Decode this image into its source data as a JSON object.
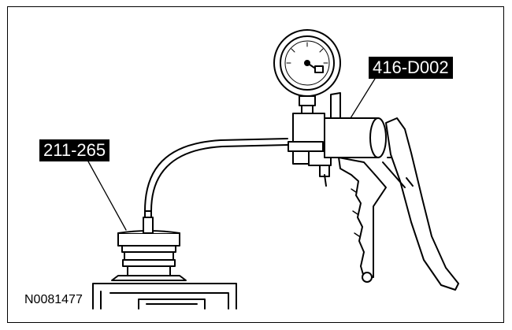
{
  "callouts": {
    "pump_tool": "416-D002",
    "cap_adapter": "211-265"
  },
  "figure_code": "N0081477",
  "colors": {
    "line": "#000000",
    "background": "#ffffff",
    "label_bg": "#000000",
    "label_text": "#ffffff"
  }
}
